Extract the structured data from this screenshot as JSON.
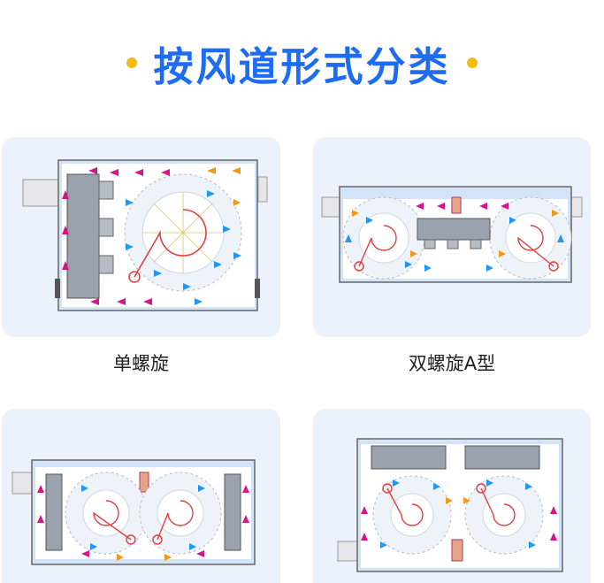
{
  "header": {
    "title": "按风道形式分类"
  },
  "items": [
    {
      "label": "单螺旋"
    },
    {
      "label": "双螺旋A型"
    },
    {
      "label": ""
    },
    {
      "label": ""
    }
  ],
  "colors": {
    "title": "#1e6cf3",
    "bullet": "#f6b91a",
    "card_bg": "#ebf2fb",
    "duct_fill": "#d3e4f8",
    "arrow_blue": "#2196f3",
    "arrow_magenta": "#d6148c",
    "arrow_orange": "#f29a16",
    "spiral_red": "#e04040"
  }
}
